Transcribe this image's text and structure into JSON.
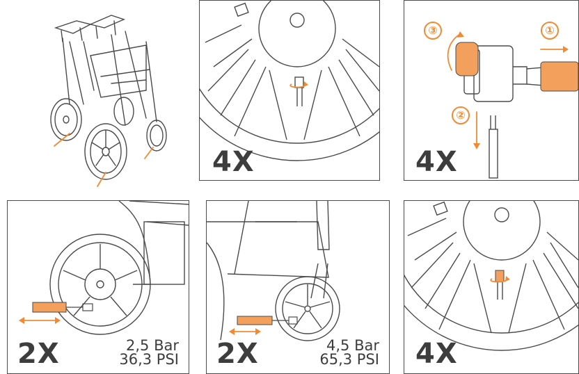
{
  "colors": {
    "accent": "#f08b34",
    "accent_fill": "#f3a05c",
    "line": "#4a4a4a"
  },
  "panels": [
    {
      "id": "overview",
      "count": ""
    },
    {
      "id": "valve-cap-large",
      "count": "4X"
    },
    {
      "id": "pump-steps",
      "count": "4X",
      "steps": [
        "③",
        "①",
        "②"
      ]
    },
    {
      "id": "rear-wheel",
      "count": "2X",
      "pressure_bar": "2,5 Bar",
      "pressure_psi": "36,3 PSI"
    },
    {
      "id": "front-wheel",
      "count": "2X",
      "pressure_bar": "4,5 Bar",
      "pressure_psi": "65,3 PSI"
    },
    {
      "id": "valve-cap-close",
      "count": "4X"
    }
  ]
}
